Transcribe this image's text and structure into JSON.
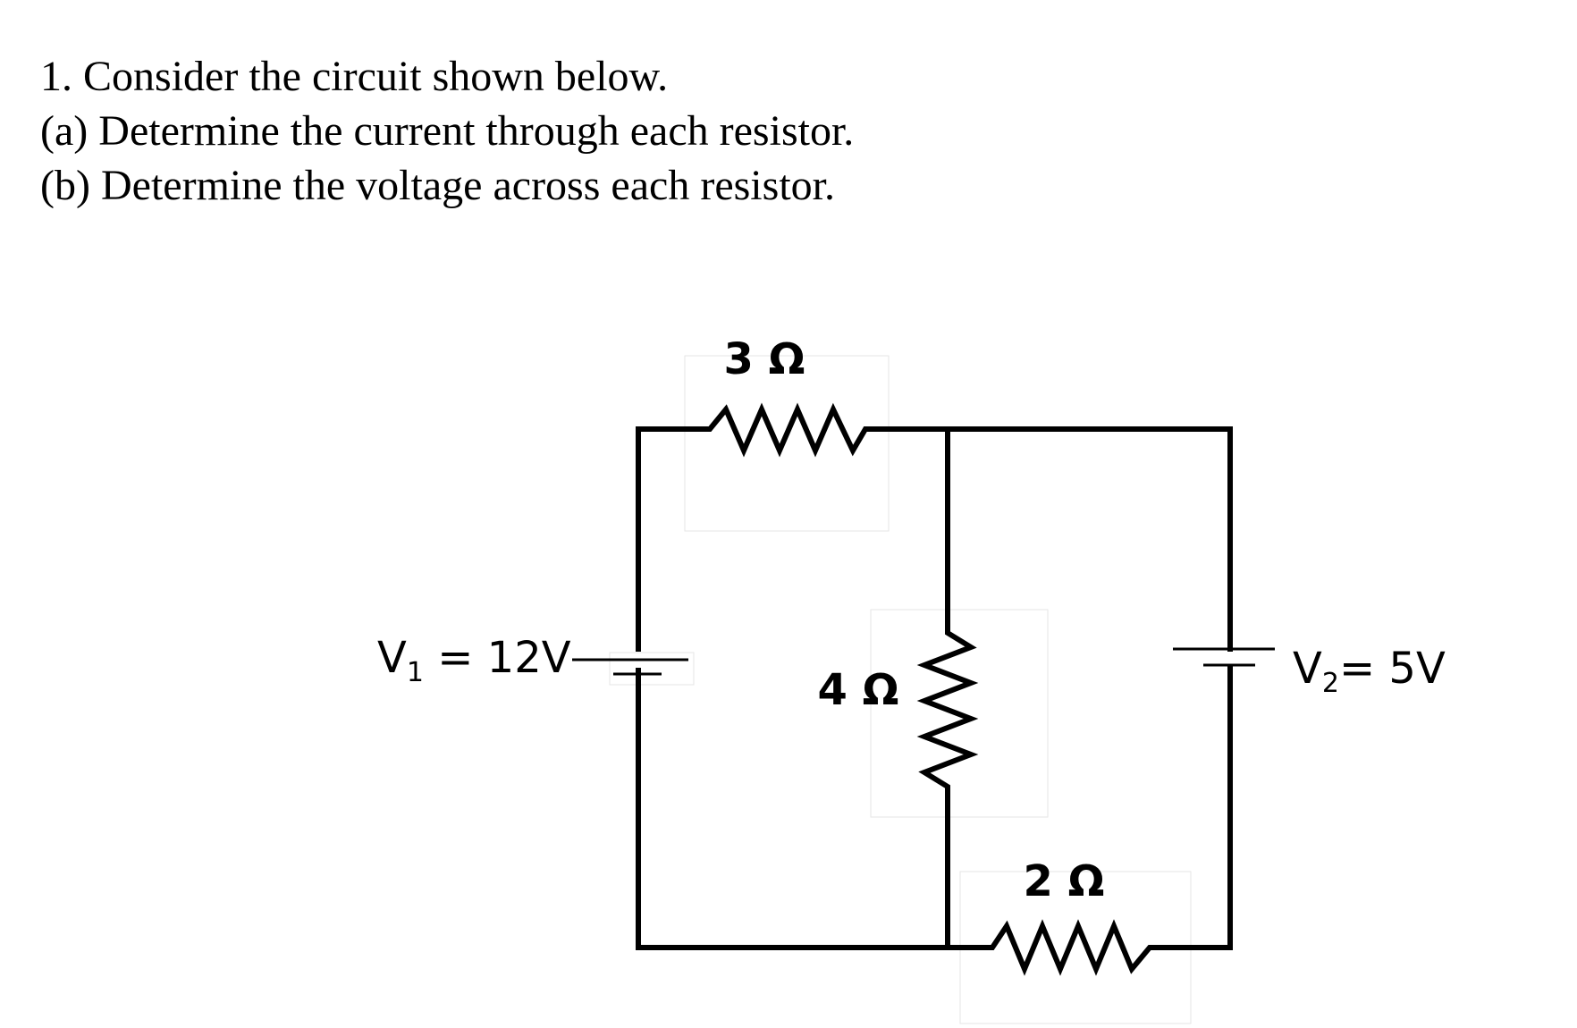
{
  "problem": {
    "lines": [
      "1. Consider the circuit shown below.",
      "(a) Determine the current through each resistor.",
      "(b) Determine the voltage across each resistor."
    ]
  },
  "circuit": {
    "resistors": {
      "r_top": {
        "label": "3 Ω"
      },
      "r_middle": {
        "label": "4 Ω"
      },
      "r_bottom": {
        "label": "2 Ω"
      }
    },
    "sources": {
      "v1": {
        "symbol": "V",
        "subscript": "1",
        "value_text": " = 12V"
      },
      "v2": {
        "symbol": "V",
        "subscript": "2",
        "value_text": "= 5V"
      }
    }
  }
}
